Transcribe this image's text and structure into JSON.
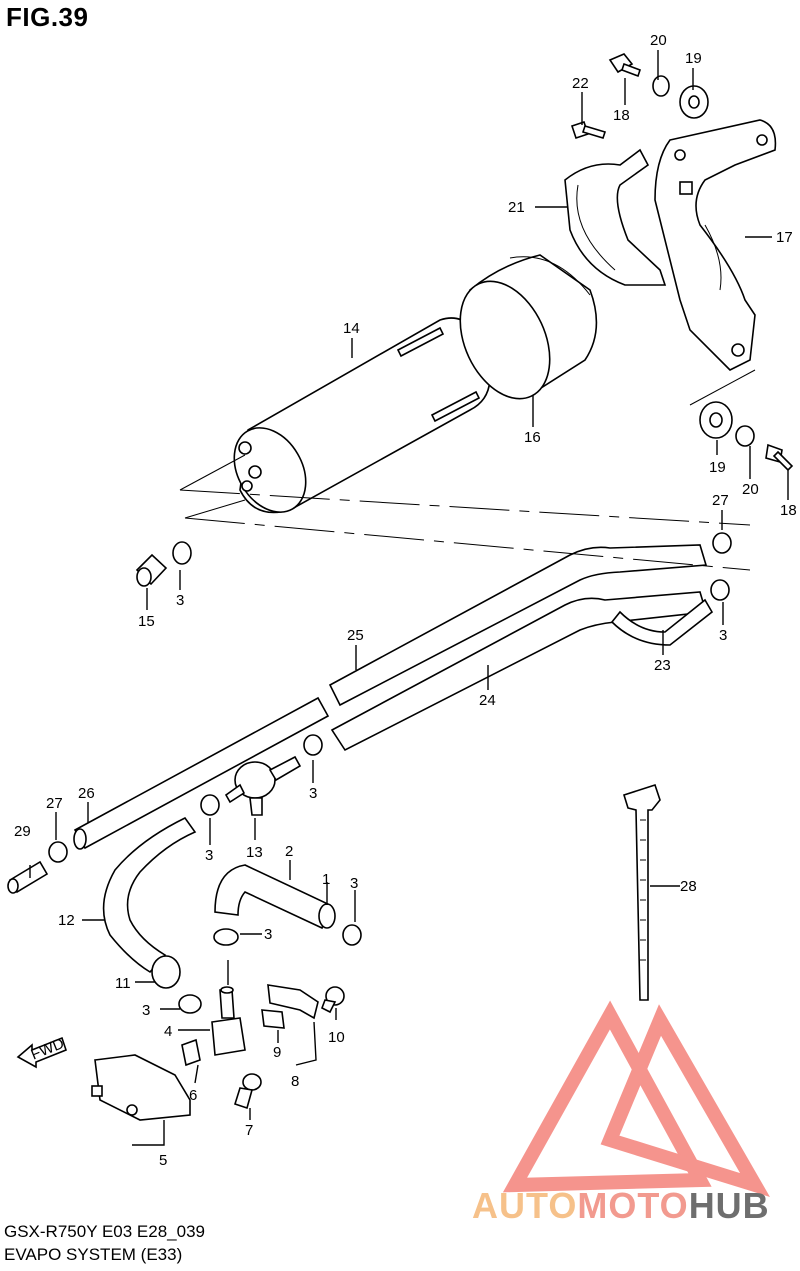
{
  "figure": {
    "title": "FIG.39",
    "model_code": "GSX-R750Y E03 E28_039",
    "section": "EVAPO SYSTEM (E33)",
    "fwd_label": "FWD"
  },
  "watermark": {
    "part1": "AUTO",
    "part2": "MOTO",
    "part3": "HUB",
    "colors": {
      "auto": "#f6c18a",
      "moto": "#f29a8f",
      "hub": "#6e6e6e",
      "triangle": "#f4827a"
    }
  },
  "callouts": [
    "1",
    "2",
    "3",
    "3",
    "3",
    "3",
    "3",
    "3",
    "3",
    "4",
    "5",
    "6",
    "7",
    "8",
    "9",
    "10",
    "11",
    "12",
    "13",
    "14",
    "15",
    "16",
    "17",
    "18",
    "18",
    "19",
    "19",
    "20",
    "20",
    "21",
    "22",
    "23",
    "24",
    "25",
    "26",
    "27",
    "27",
    "28",
    "29"
  ]
}
